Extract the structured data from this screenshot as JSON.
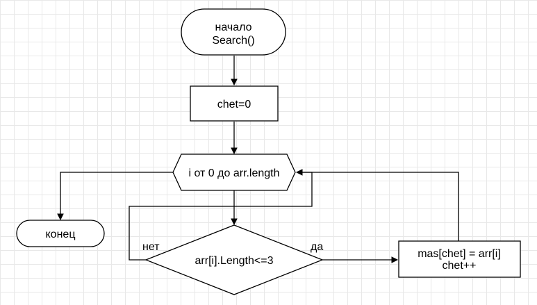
{
  "nodes": {
    "start": {
      "line1": "начало",
      "line2": "Search()"
    },
    "init": {
      "label": "chet=0"
    },
    "loop": {
      "label": "i от 0 до arr.length"
    },
    "end": {
      "label": "конец"
    },
    "condition": {
      "label": "arr[i].Length<=3"
    },
    "action": {
      "line1": "mas[chet] = arr[i]",
      "line2": "chet++"
    }
  },
  "edges": {
    "no_label": "нет",
    "yes_label": "да"
  }
}
